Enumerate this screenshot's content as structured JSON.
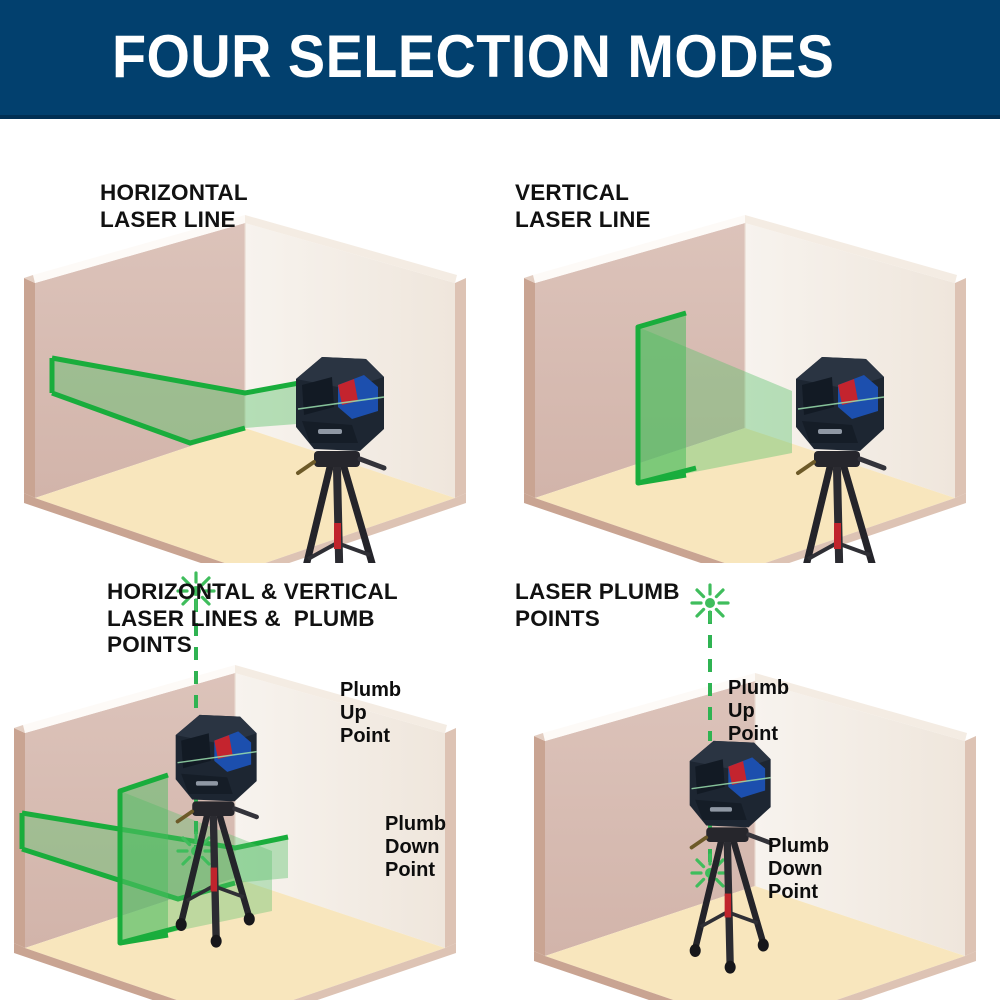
{
  "header": {
    "title": "FOUR SELECTION MODES",
    "background_color": "#02406e",
    "text_color": "#ffffff"
  },
  "palette": {
    "navy": "#02406e",
    "left_wall": "#d8bdb4",
    "right_wall": "#f6f1ea",
    "back_wall": "#ece2d8",
    "floor": "#f8e6bd",
    "edge_trim": "#c6a08c",
    "edge_trim_dark": "#b08b78",
    "laser_green": "#22b24a",
    "laser_green_fill": "#4bbf5e",
    "device_body": "#1b2430",
    "device_blue": "#1b4fa8",
    "device_red": "#c8232c",
    "tripod": "#2a2a2e",
    "label_text": "#111111"
  },
  "panels": [
    {
      "id": "horizontal-laser-line",
      "label": "HORIZONTAL\nLASER LINE",
      "mode": "horizontal",
      "shows_horizontal_plane": true,
      "shows_vertical_plane": false,
      "shows_plumb_points": false,
      "annotations": []
    },
    {
      "id": "vertical-laser-line",
      "label": "VERTICAL\nLASER LINE",
      "mode": "vertical",
      "shows_horizontal_plane": false,
      "shows_vertical_plane": true,
      "shows_plumb_points": false,
      "annotations": []
    },
    {
      "id": "horizontal-vertical-lines-plumb-points",
      "label": "HORIZONTAL & VERTICAL\nLASER LINES &  PLUMB\nPOINTS",
      "mode": "cross-plus-plumb",
      "shows_horizontal_plane": true,
      "shows_vertical_plane": true,
      "shows_plumb_points": true,
      "annotations": [
        {
          "id": "plumb-up-point",
          "text": "Plumb\nUp\nPoint"
        },
        {
          "id": "plumb-down-point",
          "text": "Plumb\nDown\nPoint"
        }
      ]
    },
    {
      "id": "laser-plumb-points",
      "label": "LASER PLUMB\nPOINTS",
      "mode": "plumb-only",
      "shows_horizontal_plane": false,
      "shows_vertical_plane": false,
      "shows_plumb_points": true,
      "annotations": [
        {
          "id": "plumb-up-point",
          "text": "Plumb\nUp\nPoint"
        },
        {
          "id": "plumb-down-point",
          "text": "Plumb\nDown\nPoint"
        }
      ]
    }
  ]
}
